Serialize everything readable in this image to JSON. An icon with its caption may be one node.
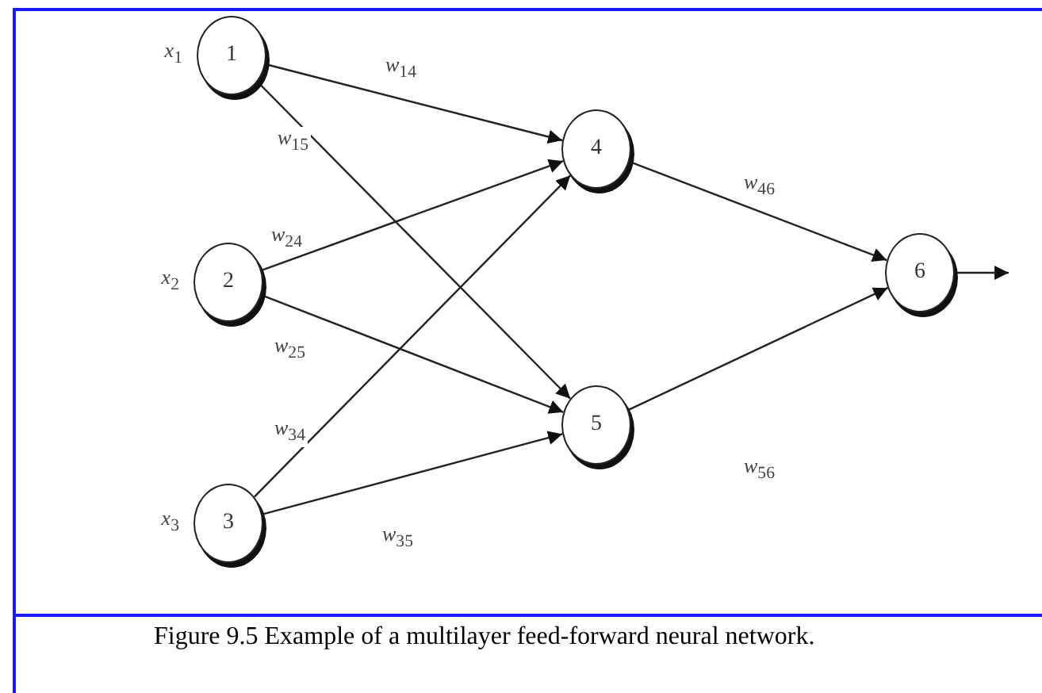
{
  "diagram": {
    "caption": "Figure 9.5 Example of a multilayer feed-forward neural network.",
    "nodes": [
      {
        "text": [
          "1"
        ],
        "beside": [
          "*x*$_{1}$"
        ]
      },
      {
        "text": [
          "2"
        ],
        "beside": [
          "*x*$_{2}$"
        ]
      },
      {
        "text": [
          "3"
        ],
        "beside": [
          "*x*$_{3}$"
        ]
      },
      {
        "text": [
          "4"
        ]
      },
      {
        "text": [
          "5"
        ]
      },
      {
        "text": [
          "6"
        ]
      }
    ],
    "edges": [
      {
        "from": 0,
        "to": 3,
        "arrow": "to",
        "label": "*w*$_{14}$"
      },
      {
        "from": 0,
        "to": 4,
        "arrow": "to",
        "label": "*w*$_{15}$"
      },
      {
        "from": 1,
        "to": 3,
        "arrow": "to",
        "label": "*w*$_{24}$"
      },
      {
        "from": 1,
        "to": 4,
        "arrow": "to",
        "label": "*w*$_{25}$"
      },
      {
        "from": 2,
        "to": 3,
        "arrow": "to",
        "label": "*w*$_{34}$"
      },
      {
        "from": 2,
        "to": 4,
        "arrow": "to",
        "label": "*w*$_{35}$"
      },
      {
        "from": 3,
        "to": 5,
        "arrow": "to",
        "label": "*w*$_{46}$"
      },
      {
        "from": 4,
        "to": 5,
        "arrow": "to",
        "label": "*w*$_{56}$"
      },
      {
        "from": 5,
        "to": null,
        "arrow": "to"
      }
    ]
  }
}
